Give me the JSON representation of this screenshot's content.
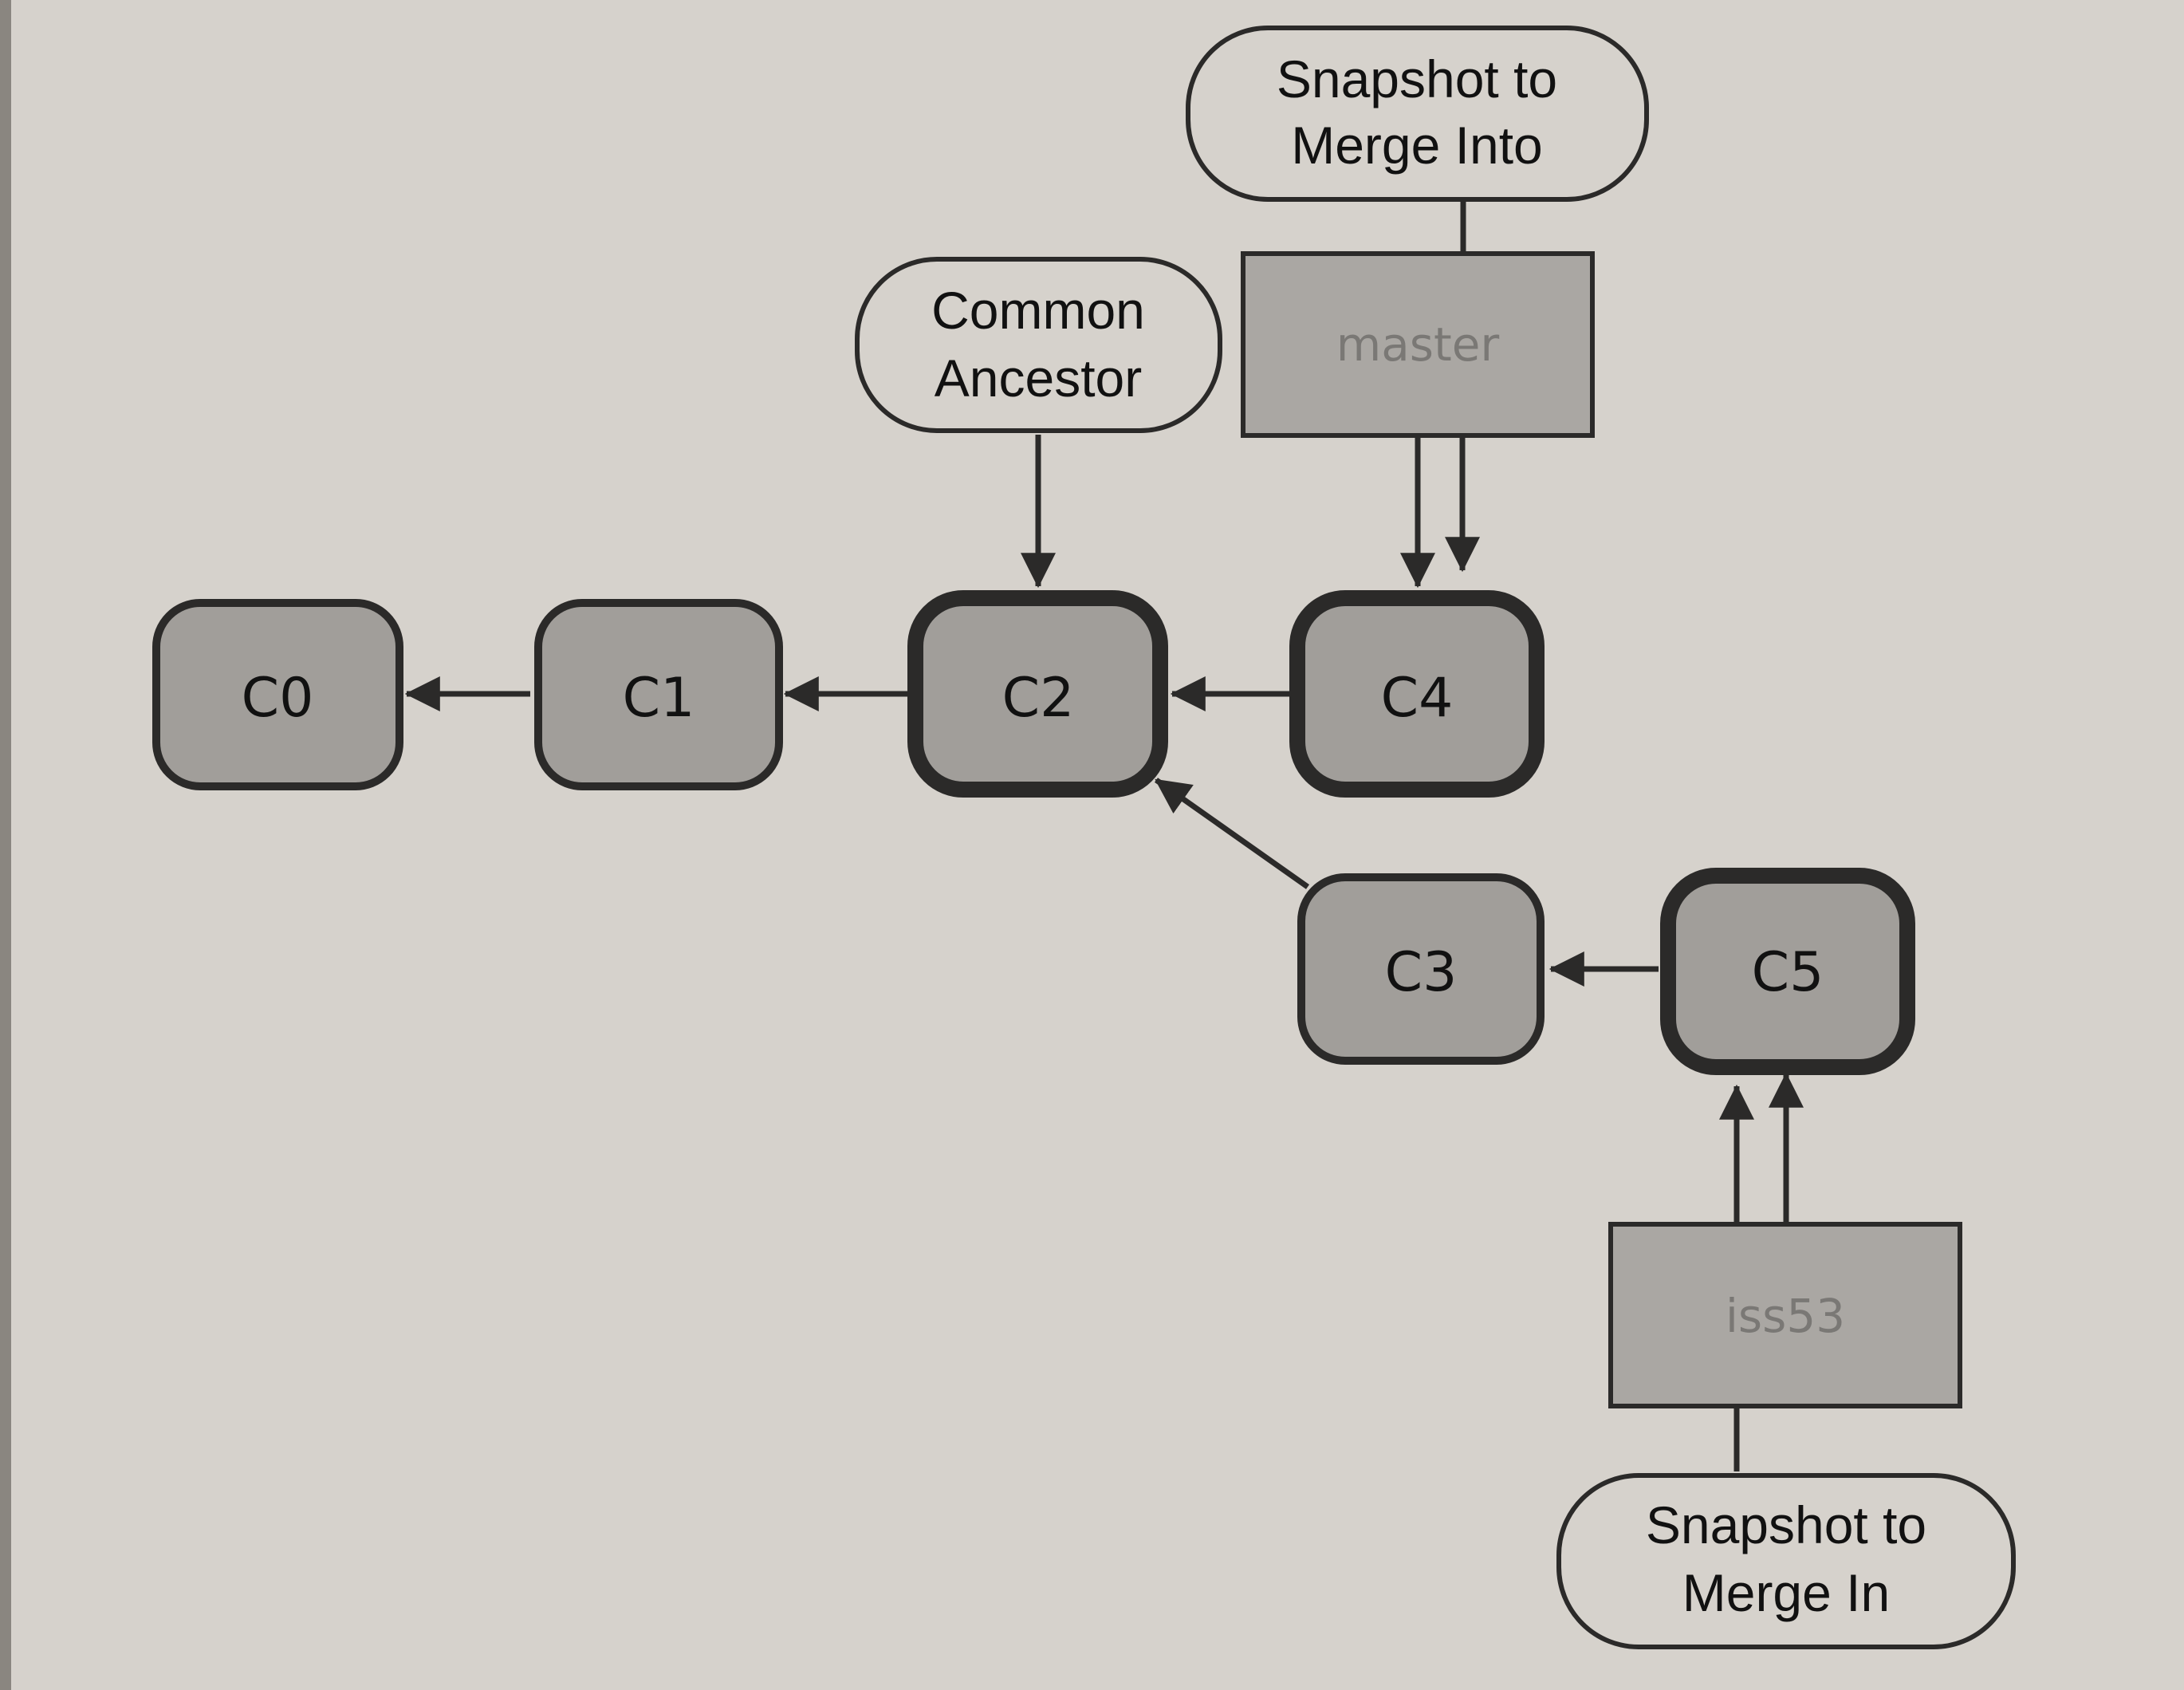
{
  "colors": {
    "background": "#d6d2cc",
    "commit_fill": "#a19e9a",
    "ref_fill": "#aaa7a3",
    "outline": "#2b2a29",
    "ref_text": "#7a7875"
  },
  "commits": {
    "c0": "C0",
    "c1": "C1",
    "c2": "C2",
    "c3": "C3",
    "c4": "C4",
    "c5": "C5"
  },
  "branches": {
    "master": "master",
    "iss53": "iss53"
  },
  "callouts": {
    "merge_into": [
      "Snapshot to",
      "Merge Into"
    ],
    "common_ancestor": [
      "Common",
      "Ancestor"
    ],
    "merge_in": [
      "Snapshot to",
      "Merge In"
    ]
  }
}
